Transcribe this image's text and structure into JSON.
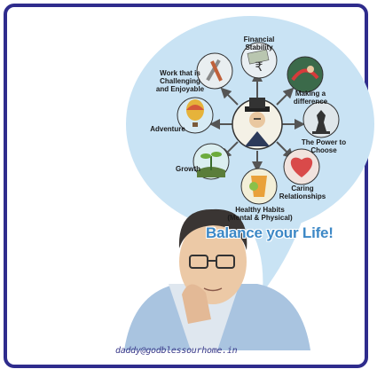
{
  "title": "Balance your Life!",
  "email": "daddy@godblessourhome.in",
  "colors": {
    "frame": "#2f2c8c",
    "bubble": "#c9e3f4",
    "banner_text": "#3d88c6",
    "arrow": "#555555"
  },
  "items": [
    {
      "id": "financial-stability",
      "label": "Financial\nStability",
      "icon": "rupee-money-icon"
    },
    {
      "id": "making-a-difference",
      "label": "Making a\ndifference",
      "icon": "helping-hands-icon"
    },
    {
      "id": "power-to-choose",
      "label": "The Power to\nChoose",
      "icon": "chess-icon"
    },
    {
      "id": "caring-relationships",
      "label": "Caring\nRelationships",
      "icon": "heart-icon"
    },
    {
      "id": "healthy-habits",
      "label": "Healthy Habits\n(Mental & Physical)",
      "icon": "juice-drink-icon"
    },
    {
      "id": "growth",
      "label": "Growth",
      "icon": "sprout-icon"
    },
    {
      "id": "adventure",
      "label": "Adventure",
      "icon": "hot-air-balloon-icon"
    },
    {
      "id": "work",
      "label": "Work that is\nChallenging\nand Enjoyable",
      "icon": "tools-icon"
    }
  ],
  "center_icon": "man-in-hat-icon",
  "person_illustration": "thinking-man-portrait"
}
